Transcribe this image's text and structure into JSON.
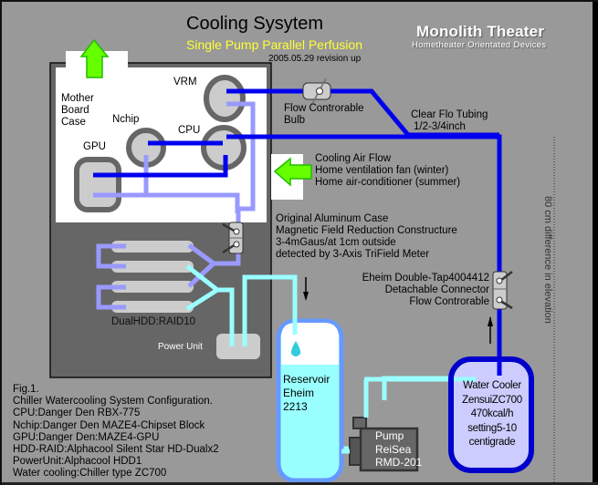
{
  "header": {
    "title": "Cooling Sysytem",
    "subtitle": "Single Pump Parallel Perfusion",
    "revision": "2005.05.29 revision up"
  },
  "brand": {
    "name": "Monolith Theater",
    "tagline": "Hometheater Orientated Devices"
  },
  "case_labels": {
    "motherboard": [
      "Mother",
      "Board",
      "Case"
    ],
    "vrm": "VRM",
    "nchip": "Nchip",
    "cpu": "CPU",
    "gpu": "GPU",
    "hdd": "DualHDD:RAID10",
    "power_unit": "Power Unit"
  },
  "annotations": {
    "flow_bulb": [
      "Flow Controrable",
      "Bulb"
    ],
    "tubing": [
      "Clear Flo Tubing",
      "1/2-3/4inch"
    ],
    "airflow": [
      "Cooling Air Flow",
      "Home ventilation fan (winter)",
      "Home air-conditioner (summer)"
    ],
    "aluminum_case": [
      "Original Aluminum Case",
      "Magnetic Field Reduction Constructure",
      "3-4mGaus/at 1cm outside",
      "detected by 3-Axis TriField Meter"
    ],
    "connector": [
      "Eheim Double-Tap4004412",
      "Detachable Connector",
      "Flow Controrable"
    ],
    "elevation": "80 cm difference in elevation"
  },
  "reservoir": [
    "Reservoir",
    "Eheim",
    "2213"
  ],
  "pump": [
    "Pump",
    "ReiSea",
    "RMD-201"
  ],
  "water_cooler": [
    "Water Cooler",
    "ZensuiZC700",
    "470kcal/h",
    "setting5-10",
    "centigrade"
  ],
  "notes": [
    "Fig.1.",
    "Chiller Watercooling System Configuration.",
    "CPU:Danger Den RBX-775",
    "Nchip:Danger Den MAZE4-Chipset Block",
    "GPU:Danger Den:MAZE4-GPU",
    "HDD-RAID:Alphacool Silent Star HD-Dualx2",
    "PowerUnit:Alphacool HDD1",
    "Water cooling:Chiller type ZC700"
  ],
  "colors": {
    "background": "#999999",
    "case_outer": "#666666",
    "case_inner": "#ffffff",
    "cold_tube": "#0000ee",
    "return_tube": "#9999ff",
    "cyan_tube": "#99ffff",
    "arrow_green": "#66ff00",
    "title_yellow": "#ffff33"
  }
}
